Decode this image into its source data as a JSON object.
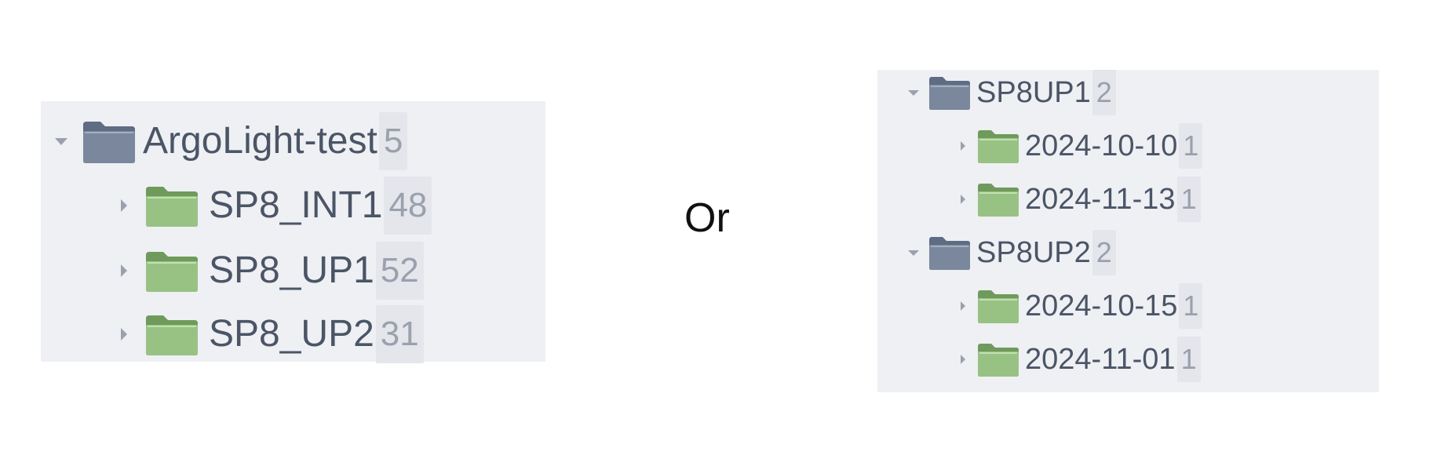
{
  "colors": {
    "panel_bg": "#eef0f4",
    "parent_folder": "#6f7c93",
    "child_folder": "#8fb47a",
    "label_text": "#4b5566",
    "count_text": "#9aa1ad",
    "count_bg": "#e4e6ec"
  },
  "left_tree": {
    "root": {
      "label": "ArgoLight-test",
      "count": "5",
      "expanded": true,
      "icon": "folder-icon"
    },
    "children": [
      {
        "label": "SP8_INT1",
        "count": "48",
        "expanded": false,
        "icon": "folder-icon"
      },
      {
        "label": "SP8_UP1",
        "count": "52",
        "expanded": false,
        "icon": "folder-icon"
      },
      {
        "label": "SP8_UP2",
        "count": "31",
        "expanded": false,
        "icon": "folder-icon"
      }
    ]
  },
  "separator_text": "Or",
  "right_tree": {
    "groups": [
      {
        "label": "SP8UP1",
        "count": "2",
        "expanded": true,
        "icon": "folder-icon",
        "children": [
          {
            "label": "2024-10-10",
            "count": "1",
            "expanded": false,
            "icon": "folder-icon"
          },
          {
            "label": "2024-11-13",
            "count": "1",
            "expanded": false,
            "icon": "folder-icon"
          }
        ]
      },
      {
        "label": "SP8UP2",
        "count": "2",
        "expanded": true,
        "icon": "folder-icon",
        "children": [
          {
            "label": "2024-10-15",
            "count": "1",
            "expanded": false,
            "icon": "folder-icon"
          },
          {
            "label": "2024-11-01",
            "count": "1",
            "expanded": false,
            "icon": "folder-icon"
          }
        ]
      }
    ]
  }
}
